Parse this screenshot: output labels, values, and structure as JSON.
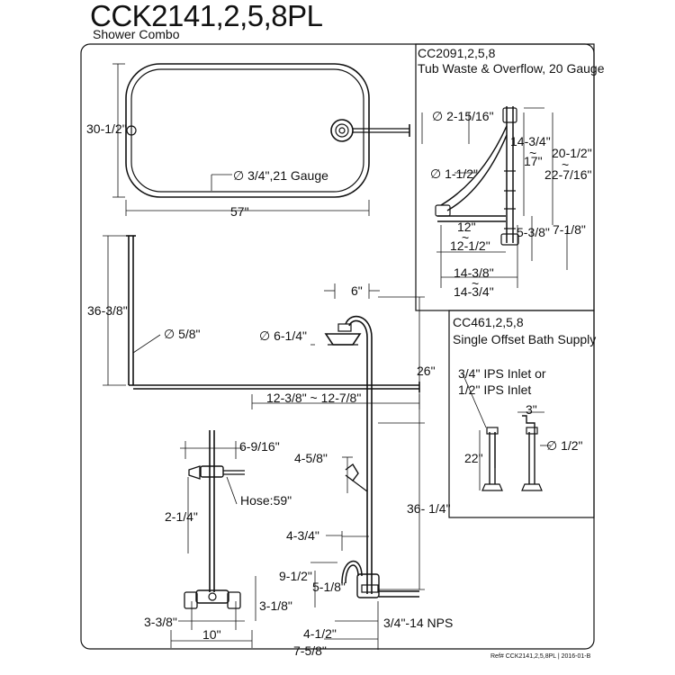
{
  "title": "CCK2141,2,5,8PL",
  "subtitle": "Shower Combo",
  "tub_waste": {
    "model": "CC2091,2,5,8",
    "description": "Tub Waste & Overflow, 20 Gauge",
    "dims": {
      "d_2_15_16": "∅ 2-15/16\"",
      "d_1_1_2": "∅ 1-1/2\"",
      "h_14_3_4": "14-3/4\"",
      "h_17": "17\"",
      "h_20_1_2": "20-1/2\"",
      "h_22_7_16": "22-7/16\"",
      "w_12": "12\"",
      "w_12_1_2": "12-1/2\"",
      "h_5_3_8": "5-3/8\"",
      "h_7_1_8": "7-1/8\"",
      "w_14_3_8": "14-3/8\"",
      "w_14_3_4": "14-3/4\"",
      "approx": "~"
    }
  },
  "bath_supply": {
    "model": "CC461,2,5,8",
    "description": "Single Offset Bath Supply",
    "inlet_line1": "3/4\" IPS Inlet or",
    "inlet_line2": "1/2\" IPS Inlet",
    "dims": {
      "h_22": "22\"",
      "w_3": "3\"",
      "d_1_2": "∅ 1/2\""
    }
  },
  "enclosure": {
    "height": "30-1/2\"",
    "width": "57\"",
    "tube": "∅ 3/4\",21 Gauge"
  },
  "riser": {
    "height": "36-3/8\"",
    "tube": "∅ 5/8\""
  },
  "shower": {
    "arm_reach": "6\"",
    "head_diameter": "∅ 6-1/4\"",
    "height_26": "26\"",
    "span": "12-3/8\" ~ 12-7/8\"",
    "bracket": "4-5/8\"",
    "height_36": "36- 1/4\""
  },
  "faucet": {
    "hook": "6-9/16\"",
    "hose": "Hose:59\"",
    "drop": "2-1/4\"",
    "d_3_3_8": "3-3/8\"",
    "d_3_1_8": "3-1/8\"",
    "spread": "10\"",
    "spout_reach": "4-3/4\"",
    "spout_height": "9-1/2\"",
    "spout_offset": "5-1/8\"",
    "inlet_4_1_2": "4-1/2\"",
    "inlet_7_5_8": "7-5/8\"",
    "thread": "3/4\"-14 NPS"
  },
  "reference": "Ref# CCK2141,2,5,8PL | 2016-01-B"
}
